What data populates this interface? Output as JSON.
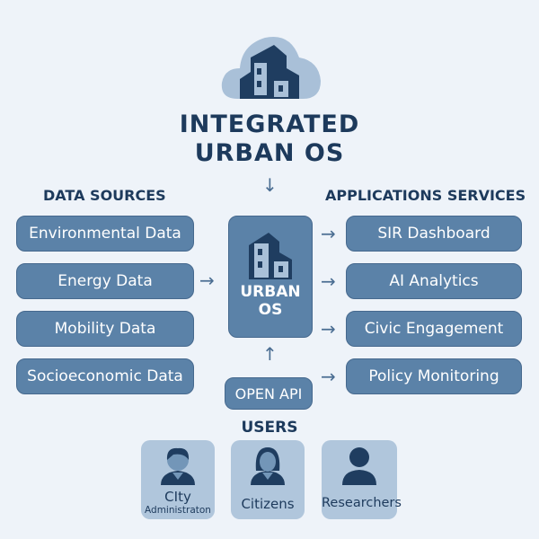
{
  "title_line1": "INTEGRATED",
  "title_line2": "URBAN OS",
  "data_sources": {
    "heading": "DATA SOURCES",
    "items": [
      "Environmental Data",
      "Energy Data",
      "Mobility Data",
      "Socioeconomic Data"
    ]
  },
  "applications": {
    "heading": "APPLICATIONS SERVICES",
    "items": [
      "SIR Dashboard",
      "AI Analytics",
      "Civic Engagement",
      "Policy Monitoring"
    ]
  },
  "core": {
    "line1": "URBAN",
    "line2": "OS"
  },
  "open_api": "OPEN API",
  "users": {
    "heading": "USERS",
    "items": [
      {
        "line1": "CIty",
        "line2": "Administraton"
      },
      {
        "line1": "Citizens"
      },
      {
        "line1": "Researchers"
      }
    ]
  },
  "colors": {
    "box": "#5b82a8",
    "navy": "#1d3a5c",
    "cloud": "#a9c0d8",
    "background": "#eef3f9"
  }
}
